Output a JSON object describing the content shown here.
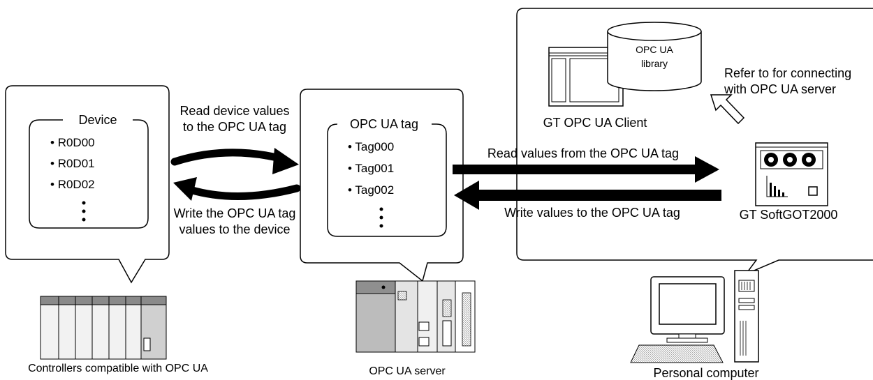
{
  "controllers": {
    "label": "Controllers compatible with OPC UA",
    "group_title": "Device",
    "items": [
      "R0D00",
      "R0D01",
      "R0D02"
    ]
  },
  "server": {
    "label": "OPC UA server",
    "group_title": "OPC UA tag",
    "items": [
      "Tag000",
      "Tag001",
      "Tag002"
    ]
  },
  "left_arrows": {
    "read_line1": "Read device values",
    "read_line2": "to the OPC UA tag",
    "write_line1": "Write the OPC UA tag",
    "write_line2": "values to the device"
  },
  "right_arrows": {
    "read": "Read values from the OPC UA tag",
    "write": "Write values to the OPC UA tag"
  },
  "pc": {
    "label": "Personal computer",
    "library_line1": "OPC UA",
    "library_line2": "library",
    "client_label": "GT OPC UA Client",
    "softgot_label": "GT SoftGOT2000",
    "refer_line1": "Refer to for connecting",
    "refer_line2": "with OPC UA server"
  },
  "colors": {
    "line": "#000000",
    "fill_gray": "#bfbfbf",
    "fill_light": "#e6e6e6"
  }
}
